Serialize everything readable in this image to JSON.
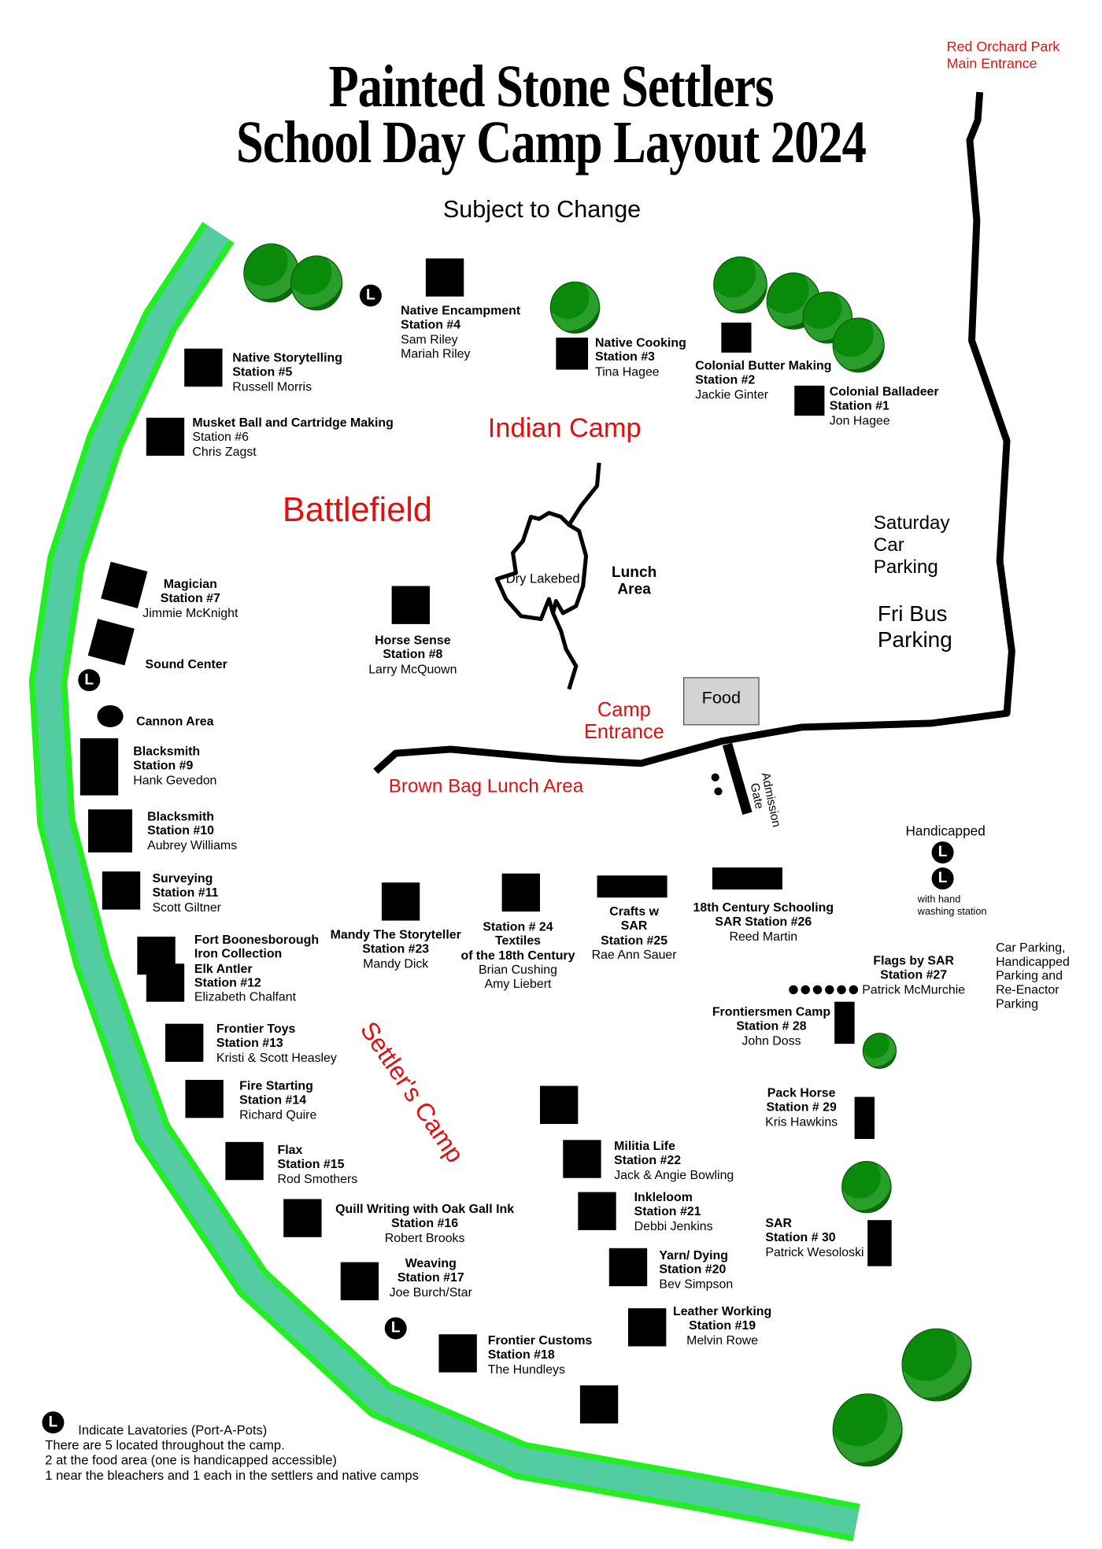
{
  "title": {
    "line1": "Painted Stone Settlers",
    "line2": "School Day Camp Layout 2024",
    "subtitle": "Subject to Change"
  },
  "entrance": {
    "line1": "Red Orchard Park",
    "line2": "Main Entrance"
  },
  "areas": {
    "indian_camp": "Indian Camp",
    "battlefield": "Battlefield",
    "lunch_area_1": "Lunch",
    "lunch_area_2": "Area",
    "dry_lakebed": "Dry Lakebed",
    "camp_entrance_1": "Camp",
    "camp_entrance_2": "Entrance",
    "brown_bag": "Brown Bag Lunch Area",
    "settlers_camp": "Settler's Camp",
    "food": "Food",
    "admission_gate_1": "Admission",
    "admission_gate_2": "Gate",
    "sound_center": "Sound Center",
    "cannon_area": "Cannon Area"
  },
  "parking": {
    "saturday": [
      "Saturday",
      "Car",
      "Parking"
    ],
    "fri_bus": [
      "Fri Bus",
      "Parking"
    ],
    "car": [
      "Car Parking,",
      "Handicapped",
      "Parking and",
      "Re-Enactor",
      "Parking"
    ]
  },
  "handicapped": {
    "label": "Handicapped",
    "note1": "with hand",
    "note2": "washing station"
  },
  "lavatory_symbol": "L",
  "legend": {
    "line1": "Indicate Lavatories (Port-A-Pots)",
    "line2": "There are 5 located throughout the camp.",
    "line3": "2 at the food area (one is handicapped accessible)",
    "line4": "1 near the bleachers and 1 each in the settlers and native camps"
  },
  "colors": {
    "river": "#52cca0",
    "river_bank": "#22ee22",
    "label_red": "#e01010",
    "food": "#d3d3d3"
  },
  "stations": [
    {
      "id": "s1",
      "bold": [
        "Colonial Balladeer",
        "Station #1"
      ],
      "normal": [
        "Jon Hagee"
      ]
    },
    {
      "id": "s2",
      "bold": [
        "Colonial Butter Making",
        "Station #2"
      ],
      "normal": [
        "Jackie Ginter"
      ]
    },
    {
      "id": "s3",
      "bold": [
        "Native Cooking",
        "Station #3"
      ],
      "normal": [
        "Tina Hagee"
      ]
    },
    {
      "id": "s4",
      "bold": [
        "Native Encampment",
        "Station #4"
      ],
      "normal": [
        "Sam Riley",
        "Mariah Riley"
      ]
    },
    {
      "id": "s5",
      "bold": [
        "Native Storytelling",
        "Station #5"
      ],
      "normal": [
        "Russell Morris"
      ]
    },
    {
      "id": "s6",
      "bold": [
        "Musket Ball and Cartridge Making"
      ],
      "normal": [
        "Station #6",
        "Chris Zagst"
      ]
    },
    {
      "id": "s7",
      "bold": [
        "Magician",
        "Station #7"
      ],
      "normal": [
        "Jimmie McKnight"
      ]
    },
    {
      "id": "s8",
      "bold": [
        "Horse Sense",
        "Station #8"
      ],
      "normal": [
        "Larry McQuown"
      ]
    },
    {
      "id": "s9",
      "bold": [
        "Blacksmith",
        "Station #9"
      ],
      "normal": [
        "Hank Gevedon"
      ]
    },
    {
      "id": "s10",
      "bold": [
        "Blacksmith",
        "Station #10"
      ],
      "normal": [
        "Aubrey Williams"
      ]
    },
    {
      "id": "s11",
      "bold": [
        "Surveying",
        "Station #11"
      ],
      "normal": [
        "Scott Giltner"
      ]
    },
    {
      "id": "s12",
      "bold": [
        "Fort Boonesborough",
        "Iron Collection",
        "Elk Antler",
        "Station #12"
      ],
      "normal": [
        "Elizabeth Chalfant"
      ]
    },
    {
      "id": "s13",
      "bold": [
        "Frontier Toys",
        "Station #13"
      ],
      "normal": [
        "Kristi & Scott Heasley"
      ]
    },
    {
      "id": "s14",
      "bold": [
        "Fire Starting",
        "Station #14"
      ],
      "normal": [
        "Richard Quire"
      ]
    },
    {
      "id": "s15",
      "bold": [
        "Flax",
        "Station #15"
      ],
      "normal": [
        "Rod Smothers"
      ]
    },
    {
      "id": "s16",
      "bold": [
        "Quill Writing with Oak Gall Ink",
        "Station #16"
      ],
      "normal": [
        "Robert Brooks"
      ]
    },
    {
      "id": "s17",
      "bold": [
        "Weaving",
        "Station #17"
      ],
      "normal": [
        "Joe Burch/Star"
      ]
    },
    {
      "id": "s18",
      "bold": [
        "Frontier Customs",
        "Station #18"
      ],
      "normal": [
        "The Hundleys"
      ]
    },
    {
      "id": "s19",
      "bold": [
        "Leather Working",
        "Station #19"
      ],
      "normal": [
        "Melvin Rowe"
      ]
    },
    {
      "id": "s20",
      "bold": [
        "Yarn/ Dying",
        "Station #20"
      ],
      "normal": [
        "Bev Simpson"
      ]
    },
    {
      "id": "s21",
      "bold": [
        "Inkleloom",
        "Station #21"
      ],
      "normal": [
        "Debbi Jenkins"
      ]
    },
    {
      "id": "s22",
      "bold": [
        "Militia Life",
        "Station #22"
      ],
      "normal": [
        "Jack & Angie Bowling"
      ]
    },
    {
      "id": "s23",
      "bold": [
        "Mandy The Storyteller",
        "Station #23"
      ],
      "normal": [
        "Mandy Dick"
      ]
    },
    {
      "id": "s24",
      "bold": [
        "Station # 24",
        "Textiles",
        "of the 18th Century"
      ],
      "normal": [
        "Brian Cushing",
        "Amy Liebert"
      ]
    },
    {
      "id": "s25",
      "bold": [
        "Crafts w",
        "SAR",
        "Station #25"
      ],
      "normal": [
        "Rae Ann Sauer"
      ]
    },
    {
      "id": "s26",
      "bold": [
        "18th Century Schooling",
        "SAR Station #26"
      ],
      "normal": [
        "Reed Martin"
      ]
    },
    {
      "id": "s27",
      "bold": [
        "Flags  by SAR",
        "Station #27"
      ],
      "normal": [
        "Patrick McMurchie"
      ]
    },
    {
      "id": "s28",
      "bold": [
        "Frontiersmen Camp",
        "Station # 28"
      ],
      "normal": [
        "John Doss"
      ]
    },
    {
      "id": "s29",
      "bold": [
        "Pack Horse",
        "Station # 29"
      ],
      "normal": [
        "Kris Hawkins"
      ]
    },
    {
      "id": "s30",
      "bold": [
        "SAR",
        "Station # 30"
      ],
      "normal": [
        "Patrick Wesoloski"
      ]
    }
  ]
}
